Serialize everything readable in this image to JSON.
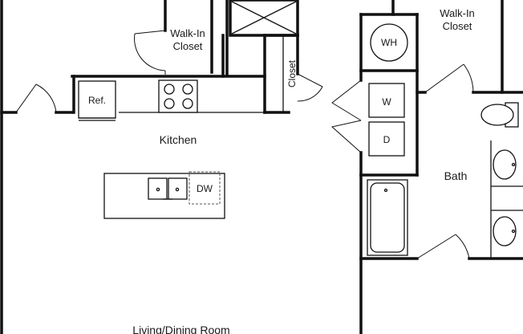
{
  "rooms": {
    "walk_in_closet_left": [
      "Walk-In",
      "Closet"
    ],
    "walk_in_closet_right": [
      "Walk-In",
      "Closet"
    ],
    "closet": "Closet",
    "kitchen": "Kitchen",
    "bath": "Bath",
    "living_dining": "Living/Dining Room"
  },
  "appliances": {
    "refrigerator": "Ref.",
    "water_heater": "WH",
    "washer": "W",
    "dryer": "D",
    "dishwasher": "DW"
  },
  "colors": {
    "wall": "#111111",
    "background": "#ffffff"
  }
}
